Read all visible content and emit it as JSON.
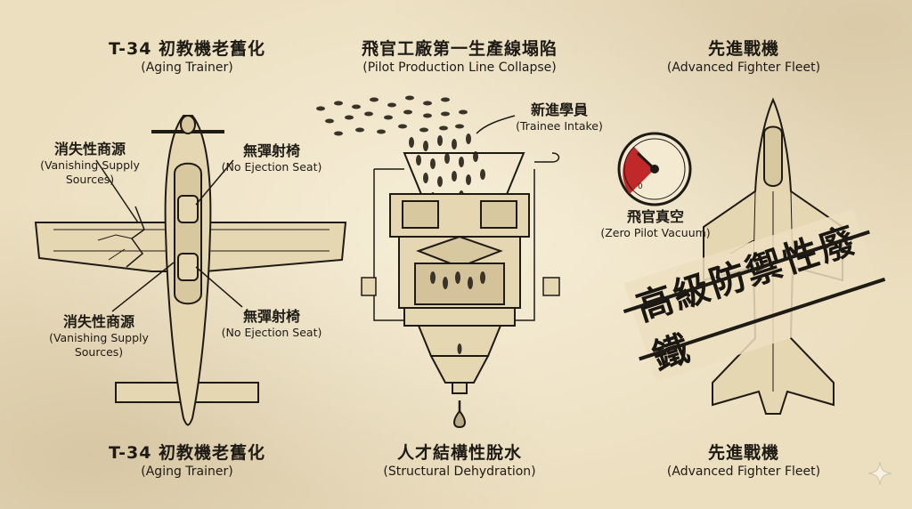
{
  "panel_left": {
    "top_title_zh": "T-34 初教機老舊化",
    "top_title_en": "(Aging Trainer)",
    "bottom_title_zh": "T-34 初教機老舊化",
    "bottom_title_en": "(Aging Trainer)",
    "callout_supply_upper": {
      "zh": "消失性商源",
      "en_line1": "(Vanishing Supply",
      "en_line2": "Sources)"
    },
    "callout_seat_upper": {
      "zh": "無彈射椅",
      "en": "(No Ejection Seat)"
    },
    "callout_supply_lower": {
      "zh": "消失性商源",
      "en_line1": "(Vanishing Supply",
      "en_line2": "Sources)"
    },
    "callout_seat_lower": {
      "zh": "無彈射椅",
      "en": "(No Ejection Seat)"
    }
  },
  "panel_middle": {
    "top_title_zh": "飛官工廠第一生產線塌陷",
    "top_title_en": "(Pilot Production Line Collapse)",
    "intake_zh": "新進學員",
    "intake_en": "(Trainee Intake)",
    "bottom_title_zh": "人才結構性脫水",
    "bottom_title_en": "(Structural Dehydration)"
  },
  "panel_right": {
    "top_title_zh": "先進戰機",
    "top_title_en": "(Advanced Fighter Fleet)",
    "gauge_zh": "飛官真空",
    "gauge_en": "(Zero Pilot Vacuum)",
    "gauge_reading": 0,
    "stamp_text": "高級防禦性廢鐵",
    "bottom_title_zh": "先進戰機",
    "bottom_title_en": "(Advanced Fighter Fleet)"
  },
  "colors": {
    "ink": "#1e1a14",
    "paper": "#ecdfc0",
    "gauge_red": "#c0282a"
  }
}
